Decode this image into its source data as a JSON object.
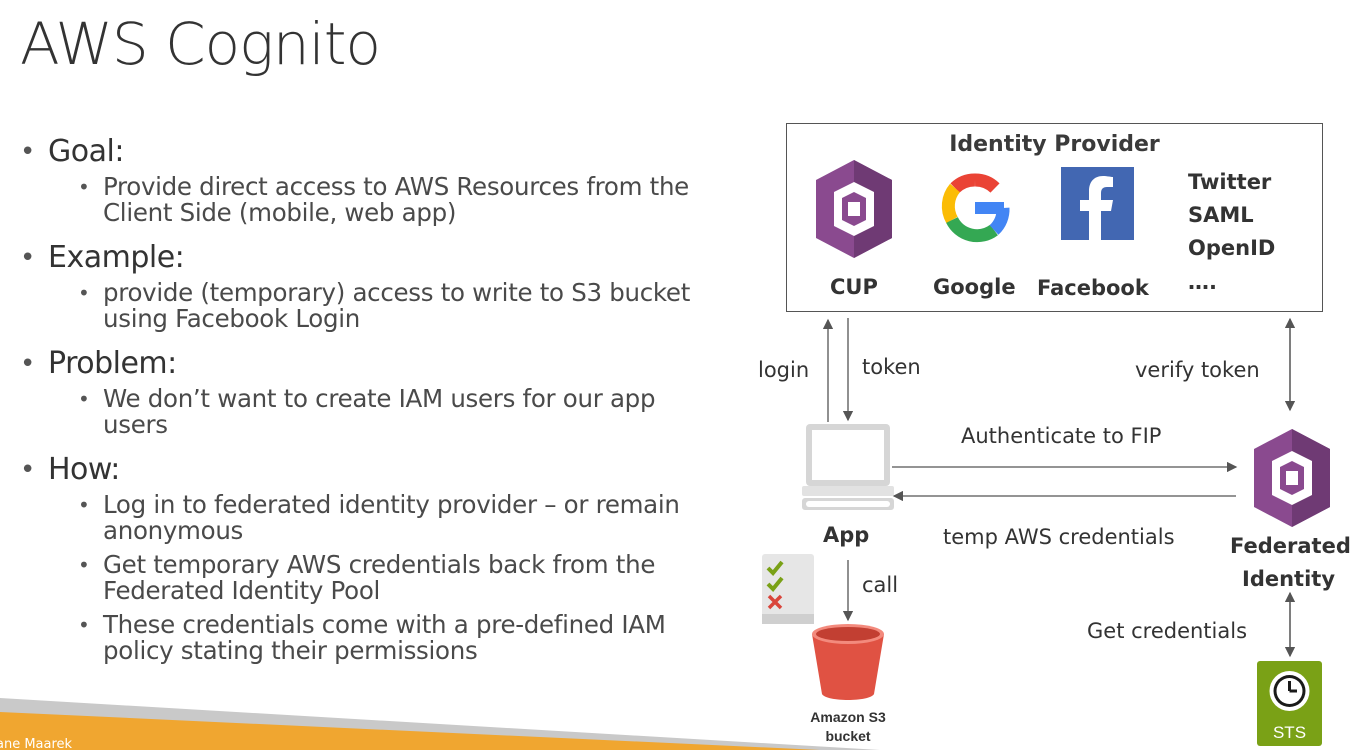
{
  "slide": {
    "title": "AWS Cognito",
    "bullets": [
      {
        "heading": "Goal:",
        "items": [
          "Provide direct access to AWS Resources from the Client Side (mobile, web app)"
        ]
      },
      {
        "heading": "Example:",
        "items": [
          "provide (temporary) access to write to S3 bucket using Facebook Login"
        ]
      },
      {
        "heading": "Problem:",
        "items": [
          "We don’t want to create IAM users for our app users"
        ]
      },
      {
        "heading": "How:",
        "items": [
          "Log in to federated identity provider – or remain anonymous",
          "Get temporary AWS credentials back from the Federated Identity Pool",
          "These credentials come with a pre-defined IAM policy stating their permissions"
        ]
      }
    ],
    "footer_text": "ane Maarek"
  },
  "diagram": {
    "idp_title": "Identity Provider",
    "providers": {
      "cup": "CUP",
      "google": "Google",
      "facebook": "Facebook"
    },
    "others": [
      "Twitter",
      "SAML",
      "OpenID",
      "…."
    ],
    "labels": {
      "login": "login",
      "token": "token",
      "verify_token": "verify token",
      "authenticate": "Authenticate to FIP",
      "temp_credentials": "temp AWS credentials",
      "call": "call",
      "get_credentials": "Get credentials"
    },
    "nodes": {
      "app": "App",
      "federated_line1": "Federated",
      "federated_line2": "Identity",
      "s3_line1": "Amazon S3",
      "s3_line2": "bucket",
      "sts": "STS"
    },
    "icons": [
      "cognito-icon",
      "google-icon",
      "facebook-icon",
      "laptop-icon",
      "checklist-icon",
      "s3-bucket-icon",
      "sts-clock-icon"
    ],
    "colors": {
      "cognito": "#8a4a8f",
      "cognito_dark": "#5e2f63",
      "facebook": "#4267b2",
      "s3": "#e05243",
      "sts": "#7aa116",
      "footer": "#f0a630"
    }
  }
}
